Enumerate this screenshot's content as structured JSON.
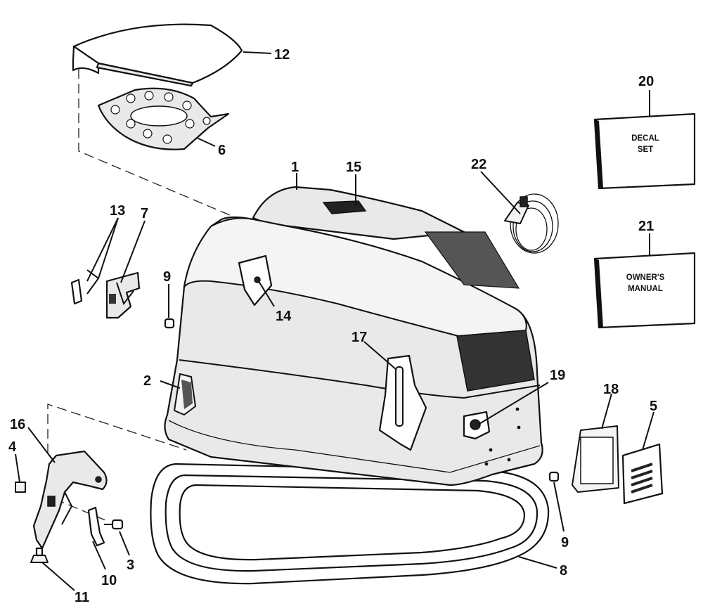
{
  "diagram": {
    "callouts": {
      "c1": "1",
      "c2": "2",
      "c3": "3",
      "c4": "4",
      "c5": "5",
      "c6": "6",
      "c7": "7",
      "c8": "8",
      "c9a": "9",
      "c9b": "9",
      "c10": "10",
      "c11": "11",
      "c12": "12",
      "c13": "13",
      "c14": "14",
      "c15": "15",
      "c16": "16",
      "c17": "17",
      "c18": "18",
      "c19": "19",
      "c20": "20",
      "c21": "21",
      "c22": "22"
    },
    "decal_box": {
      "line1": "DECAL",
      "line2": "SET"
    },
    "manual_box": {
      "line1": "OWNER'S",
      "line2": "MANUAL"
    }
  }
}
